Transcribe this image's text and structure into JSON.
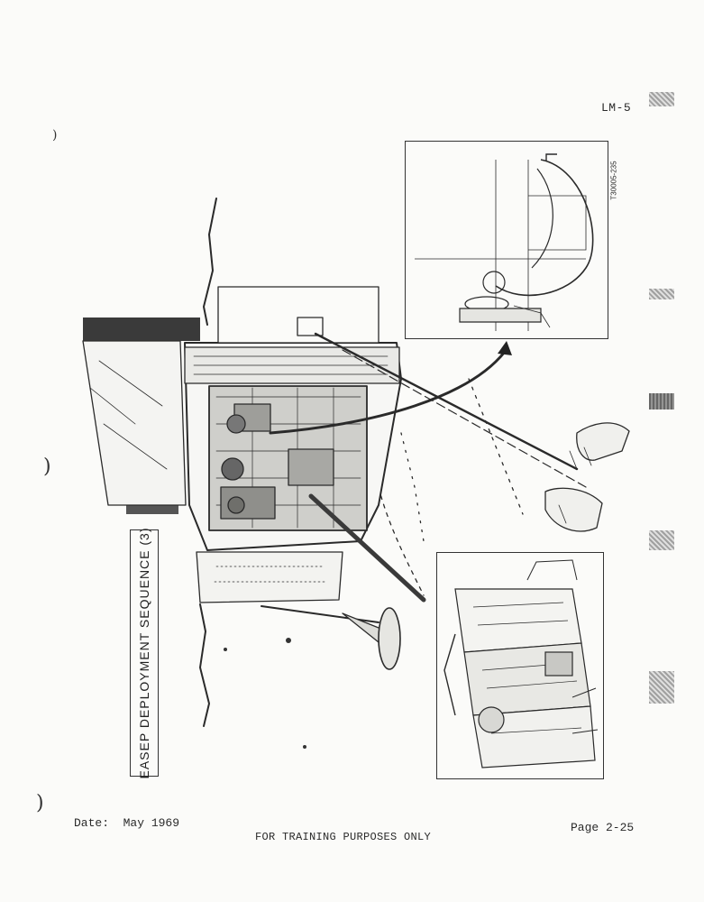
{
  "header": {
    "document_id": "LM-5"
  },
  "figure": {
    "title": "EASEP DEPLOYMENT SEQUENCE (3)",
    "figure_code": "T30005-235",
    "main_illustration": "lunar-module-equipment-bay-deployment",
    "inset_top": "cable-connector-detail",
    "inset_bottom": "equipment-package-detail"
  },
  "footer": {
    "date_label": "Date:",
    "date_value": "May 1969",
    "notice": "FOR TRAINING PURPOSES ONLY",
    "page_label": "Page 2-25"
  },
  "colors": {
    "ink": "#2a2a2a",
    "paper": "#fbfbf9"
  }
}
